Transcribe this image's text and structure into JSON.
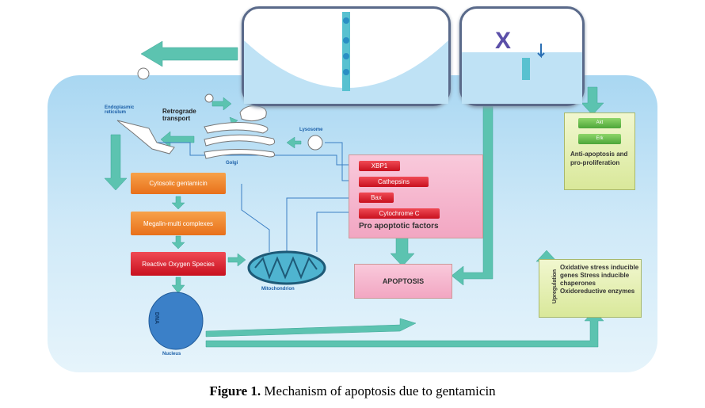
{
  "caption": {
    "label": "Figure 1.",
    "text": " Mechanism of apoptosis due to gentamicin"
  },
  "labels": {
    "er": "Endoplasmic reticulum",
    "retrograde": "Retrograde transport",
    "golgi": "Golgi",
    "lysosome": "Lysosome",
    "mito": "Mitochondrion",
    "nucleus": "Nucleus",
    "dna": "DNA"
  },
  "pathway": [
    "Cytosolic gentamicin",
    "Megalin-multi complexes",
    "Reactive Oxygen Species"
  ],
  "pro_apoptotic": {
    "items": [
      "XBP1",
      "Cathepsins",
      "Bax",
      "Cytochrome C"
    ],
    "title": "Pro apoptotic factors"
  },
  "apoptosis": "APOPTOSIS",
  "survival": {
    "items": [
      "Akt",
      "Erk"
    ],
    "text": "Anti-apoptosis and pro-proliferation"
  },
  "upregulation": {
    "label": "Upregulation",
    "text": "Oxidative stress inducible genes Stress inducible chaperones Oxidoreductive enzymes"
  },
  "colors": {
    "arrow": "#5cc3b0",
    "line": "#3b7fc4",
    "cell": "#bfe2f5"
  }
}
